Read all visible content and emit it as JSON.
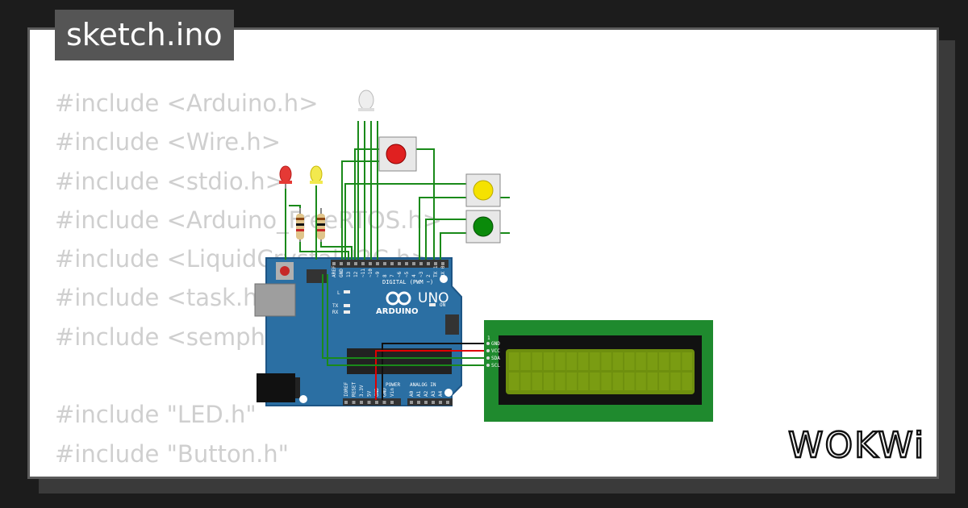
{
  "file_tab": {
    "label": "sketch.ino"
  },
  "code": {
    "lines": [
      "#include <Arduino.h>",
      "#include <Wire.h>",
      "#include <stdio.h>",
      "#include <Arduino_FreeRTOS.h>",
      "#include <LiquidCrystal_I2C.h>",
      "#include <task.h>",
      "#include <semphr.h>",
      "",
      "#include \"LED.h\"",
      "#include \"Button.h\""
    ]
  },
  "arduino": {
    "brand": "ARDUINO",
    "model": "UNO",
    "digital_header": "DIGITAL (PWM ~)",
    "power_header": "POWER",
    "analog_header": "ANALOG IN",
    "on_label": "ON",
    "l_label": "L",
    "tx_label": "TX",
    "rx_label": "RX",
    "digital_pins": [
      "AREF",
      "GND",
      "13",
      "12",
      "~11",
      "~10",
      "~9",
      "8",
      "7",
      "~6",
      "~5",
      "4",
      "~3",
      "2",
      "TX 1",
      "RX 0"
    ],
    "power_pins": [
      "IOREF",
      "RESET",
      "3.3V",
      "5V",
      "GND",
      "GND",
      "Vin"
    ],
    "analog_pins": [
      "A0",
      "A1",
      "A2",
      "A3",
      "A4",
      "A5"
    ]
  },
  "lcd": {
    "pins": [
      "GND",
      "VCC",
      "SDA",
      "SCL"
    ],
    "pin_index_label": "1"
  },
  "components": {
    "leds": [
      {
        "name": "red-led",
        "color": "#e53935"
      },
      {
        "name": "yellow-led",
        "color": "#f2e94e"
      },
      {
        "name": "rgb-led",
        "color": "#e8e8e8"
      }
    ],
    "buttons": [
      {
        "name": "red-button",
        "color": "#e02020"
      },
      {
        "name": "yellow-button",
        "color": "#f5e200"
      },
      {
        "name": "green-button",
        "color": "#0a8a0a"
      }
    ]
  },
  "colors": {
    "board": "#2b6fa3",
    "wire_green": "#1a8a1a",
    "wire_red": "#e00000",
    "wire_black": "#111111",
    "lcd_frame": "#1f8a2e",
    "lcd_screen": "#6e8f0e"
  },
  "brand": {
    "logo": "WOKWi"
  }
}
